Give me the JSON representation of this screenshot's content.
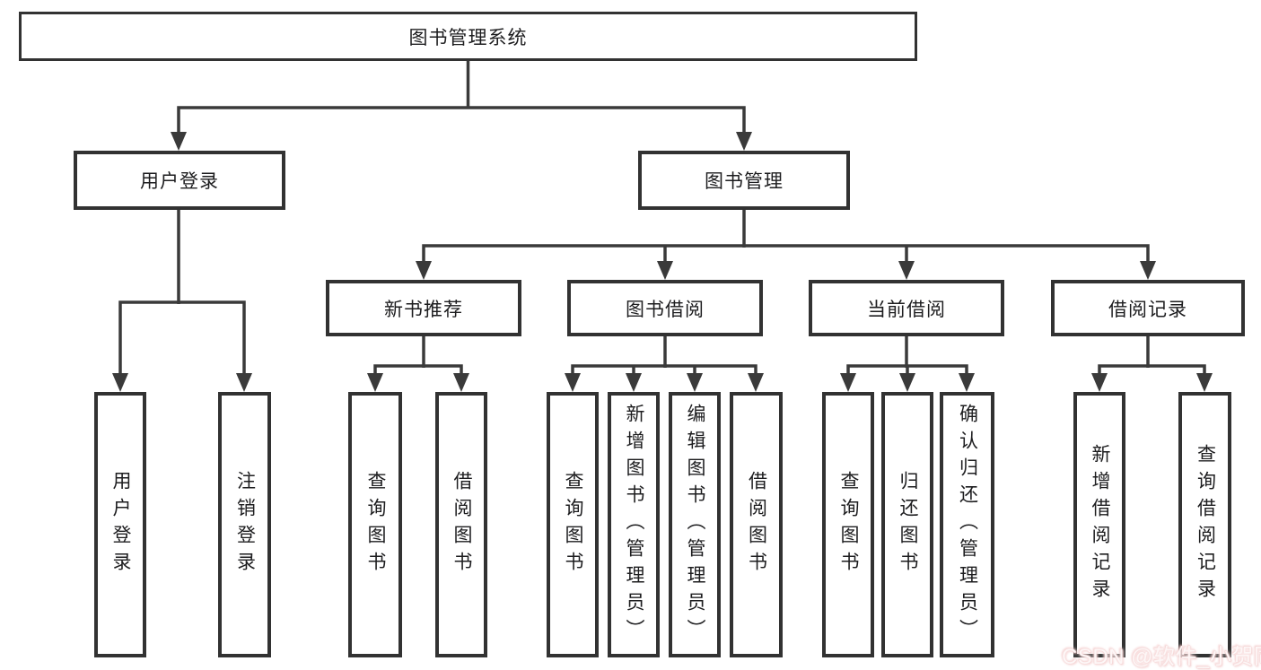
{
  "diagram_title": "图书管理系统",
  "nodes": {
    "root": "图书管理系统",
    "user_login": "用户登录",
    "book_mgmt": "图书管理",
    "new_book_rec": "新书推荐",
    "book_borrow": "图书借阅",
    "current_borrow": "当前借阅",
    "borrow_record": "借阅记录",
    "ul_login": "用户登录",
    "ul_logout": "注销登录",
    "nbr_query": "查询图书",
    "nbr_borrow": "借阅图书",
    "bb_query": "查询图书",
    "bb_add": "新增图书（管理员）",
    "bb_edit": "编辑图书（管理员）",
    "bb_borrow": "借阅图书",
    "cb_query": "查询图书",
    "cb_return": "归还图书",
    "cb_confirm": "确认归还（管理员）",
    "br_add": "新增借阅记录",
    "br_query": "查询借阅记录"
  },
  "watermark": {
    "text": "CSDN @软件_小贺同学"
  },
  "colors": {
    "line": "#3a3a3a",
    "box_border": "#323232",
    "text": "#1d1d1f",
    "watermark_tint": "#e88c8c",
    "background": "#ffffff"
  }
}
